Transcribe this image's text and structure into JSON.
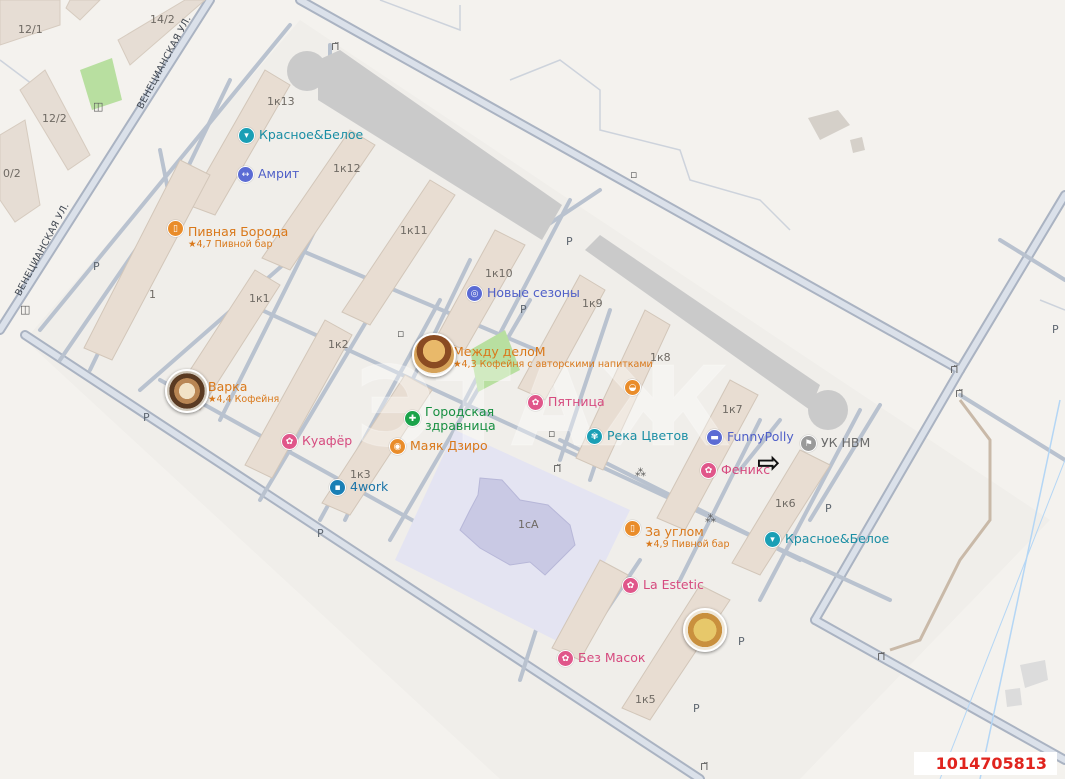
{
  "listing_id": "1014705813",
  "watermark": "ЭТАЖ",
  "streets": [
    {
      "id": "street-top",
      "name": "ВЕНЕЦИАНСКАЯ УЛ."
    },
    {
      "id": "street-left",
      "name": "ВЕНЕЦИАНСКАЯ УЛ."
    }
  ],
  "buildings": {
    "b12_1": "12/1",
    "b14_2": "14/2",
    "b12_2": "12/2",
    "b10_2": "0/2",
    "k13": "1к13",
    "k12": "1к12",
    "k11": "1к11",
    "k10": "1к10",
    "k9": "1к9",
    "k8": "1к8",
    "k7": "1к7",
    "k6": "1к6",
    "k5": "1к5",
    "k3": "1к3",
    "k2": "1к2",
    "k1": "1к1",
    "b1": "1",
    "c1": "1сА"
  },
  "parking_label": "P",
  "pois": {
    "krasnoe1": {
      "name": "Красное&Белое",
      "color": "#1a9fb5",
      "icon": "basket-icon"
    },
    "amrit": {
      "name": "Амрит",
      "color": "#5b6bd4",
      "icon": "dumbbell-icon"
    },
    "borod": {
      "name": "Пивная Борода",
      "sub": "★4,7 Пивной бар",
      "color": "#e98c2a",
      "icon": "beer-icon"
    },
    "sezony": {
      "name": "Новые сезоны",
      "color": "#5b6bd4",
      "icon": "laundry-icon"
    },
    "mezhdu": {
      "name": "Между делоМ",
      "sub": "★4,3 Кофейня с авторскими напитками",
      "color": "#e98c2a",
      "icon": "coffee-icon"
    },
    "varka": {
      "name": "Варка",
      "sub": "★4,4 Кофейня",
      "color": "#e98c2a",
      "icon": "coffee-icon"
    },
    "pyatnica": {
      "name": "Пятница",
      "color": "#e0568a",
      "icon": "flower-icon"
    },
    "zdravnica": {
      "name": "Городская здравница",
      "color": "#1aa34a",
      "icon": "pharmacy-icon"
    },
    "mayak": {
      "name": "Маяк Дзиро",
      "color": "#e98c2a",
      "icon": "food-icon"
    },
    "kuafer": {
      "name": "Куафёр",
      "color": "#e0568a",
      "icon": "beauty-icon"
    },
    "work": {
      "name": "4work",
      "color": "#1a7fb5",
      "icon": "cart-icon"
    },
    "reka": {
      "name": "Река Цветов",
      "color": "#1a9fb5",
      "icon": "flower-shop-icon"
    },
    "funny": {
      "name": "FunnyPolly",
      "color": "#5b6bd4",
      "icon": "bed-icon"
    },
    "uknvm": {
      "name": "УК НВМ",
      "color": "#8a8a8a",
      "icon": "flag-icon"
    },
    "feniks": {
      "name": "Феникс",
      "color": "#e0568a",
      "icon": "beauty-icon"
    },
    "krasnoe2": {
      "name": "Красное&Белое",
      "color": "#1a9fb5",
      "icon": "basket-icon"
    },
    "zauglom": {
      "name": "За углом",
      "sub": "★4,9 Пивной бар",
      "color": "#e98c2a",
      "icon": "beer-icon"
    },
    "laestetic": {
      "name": "La Estetic",
      "color": "#e0568a",
      "icon": "beauty-icon"
    },
    "bezmasok": {
      "name": "Без Масок",
      "color": "#e0568a",
      "icon": "beauty-icon"
    }
  },
  "colors": {
    "road": "#c6cdd9",
    "road_edge": "#aab3c2",
    "building": "#e8ddd2",
    "building_shadow": "#cfc3b6",
    "garage": "#c9c9c9",
    "park": "#b8dfa0",
    "school_area": "#e4e4f2",
    "school_building": "#c9c9e4",
    "water": "#b4d6f5",
    "listing_id": "#e0241e"
  }
}
